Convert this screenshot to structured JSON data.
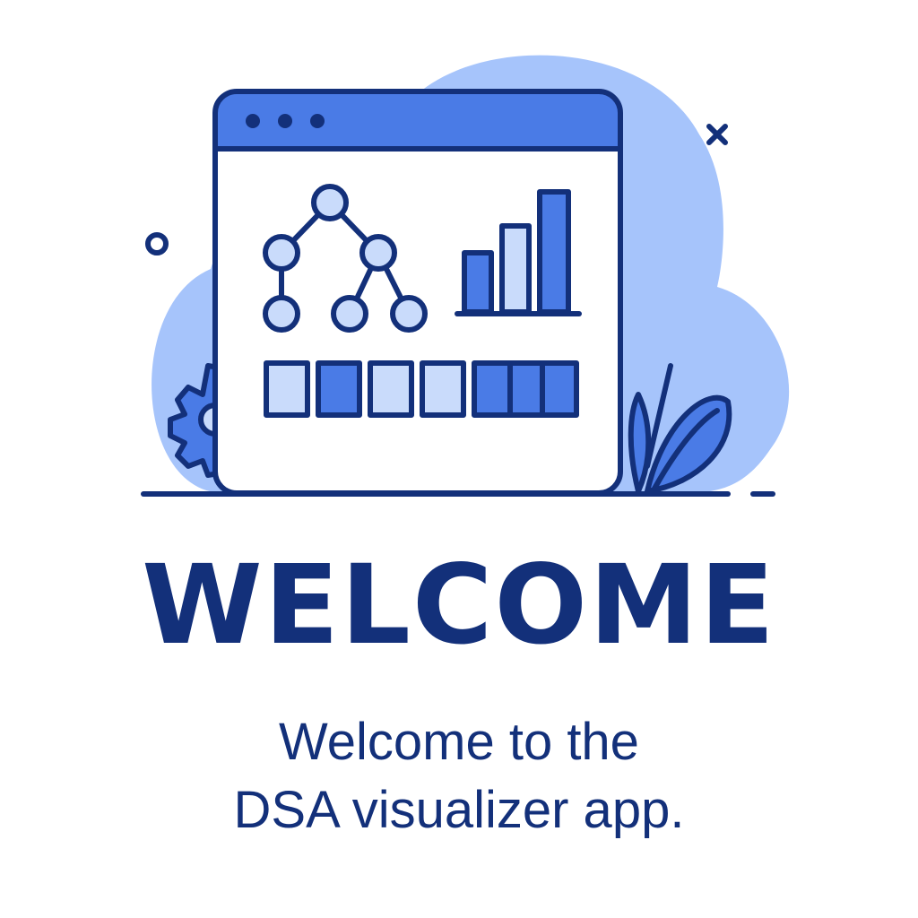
{
  "welcome": {
    "title": "WELCOME",
    "subtitle_line1": "Welcome to the",
    "subtitle_line2": "DSA visualizer app."
  },
  "illustration": {
    "icons": [
      "cloud-shape",
      "browser-window",
      "tree-graph-icon",
      "bar-chart-icon",
      "array-cells-icon",
      "gear-icon",
      "leaf-plant-icon",
      "close-x-icon",
      "small-circle-icon"
    ],
    "window_dots": 3,
    "tree_nodes": 6,
    "chart_bars": 3,
    "array_cells": 7
  },
  "colors": {
    "navy": "#13307a",
    "blue": "#4a7be6",
    "light_blue": "#c9dbfb",
    "cloud": "#a6c4fb",
    "white": "#ffffff"
  }
}
